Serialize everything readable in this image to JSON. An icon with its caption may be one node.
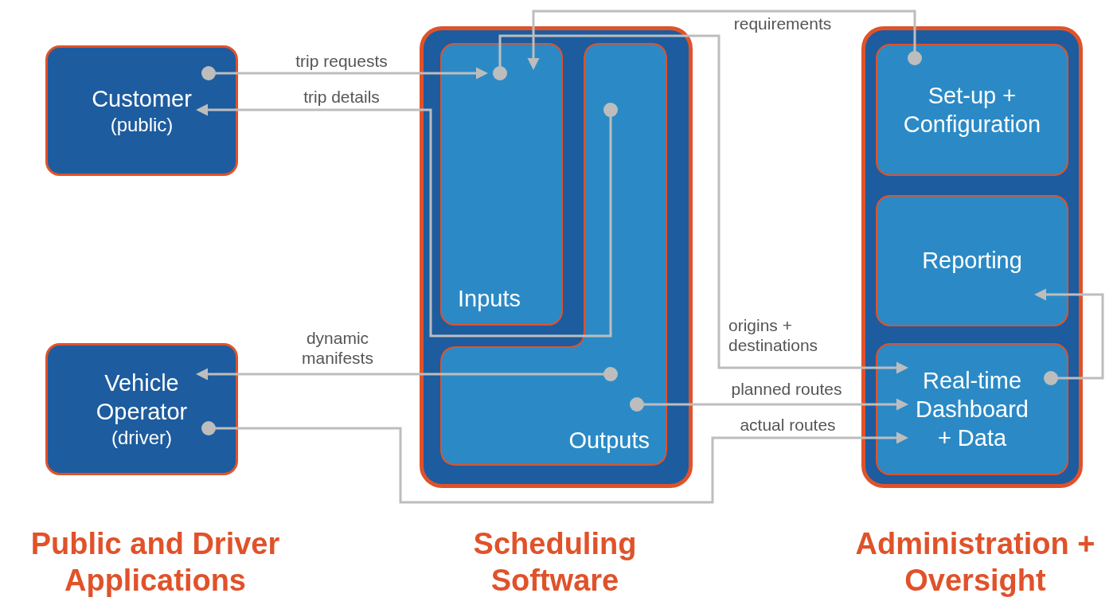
{
  "diagram": {
    "nodes": [
      {
        "text": [
          "Customer",
          "(public)"
        ]
      },
      {
        "text": [
          "Vehicle Operator",
          "(driver)"
        ]
      },
      {
        "text": [],
        "shape": "box"
      },
      {
        "text": [
          "Inputs"
        ],
        "in": 2
      },
      {
        "text": [
          "Outputs"
        ],
        "in": 2
      },
      {
        "text": [],
        "shape": "box"
      },
      {
        "text": [
          "Set-up + Configuration"
        ],
        "in": 5
      },
      {
        "text": [
          "Reporting"
        ],
        "in": 5
      },
      {
        "text": [
          "Real-time Dashboard + Data"
        ],
        "in": 5
      }
    ],
    "edges": [
      {
        "from": 0,
        "to": 3,
        "arrow": "to",
        "label": "trip requests"
      },
      {
        "from": 4,
        "to": 0,
        "arrow": "to",
        "label": "trip details"
      },
      {
        "from": 6,
        "to": 3,
        "arrow": "to",
        "label": "requirements"
      },
      {
        "from": 3,
        "to": 8,
        "arrow": "to",
        "label": "origins + destinations"
      },
      {
        "from": 4,
        "to": 1,
        "arrow": "to",
        "label": "dynamic manifests"
      },
      {
        "from": 4,
        "to": 8,
        "arrow": "to",
        "label": "planned routes"
      },
      {
        "from": 1,
        "to": 8,
        "arrow": "to",
        "label": "actual routes"
      },
      {
        "from": 8,
        "to": 7,
        "arrow": "to"
      }
    ],
    "labels": [
      "Public and Driver Applications",
      "Scheduling Software",
      "Administration + Oversight"
    ]
  }
}
